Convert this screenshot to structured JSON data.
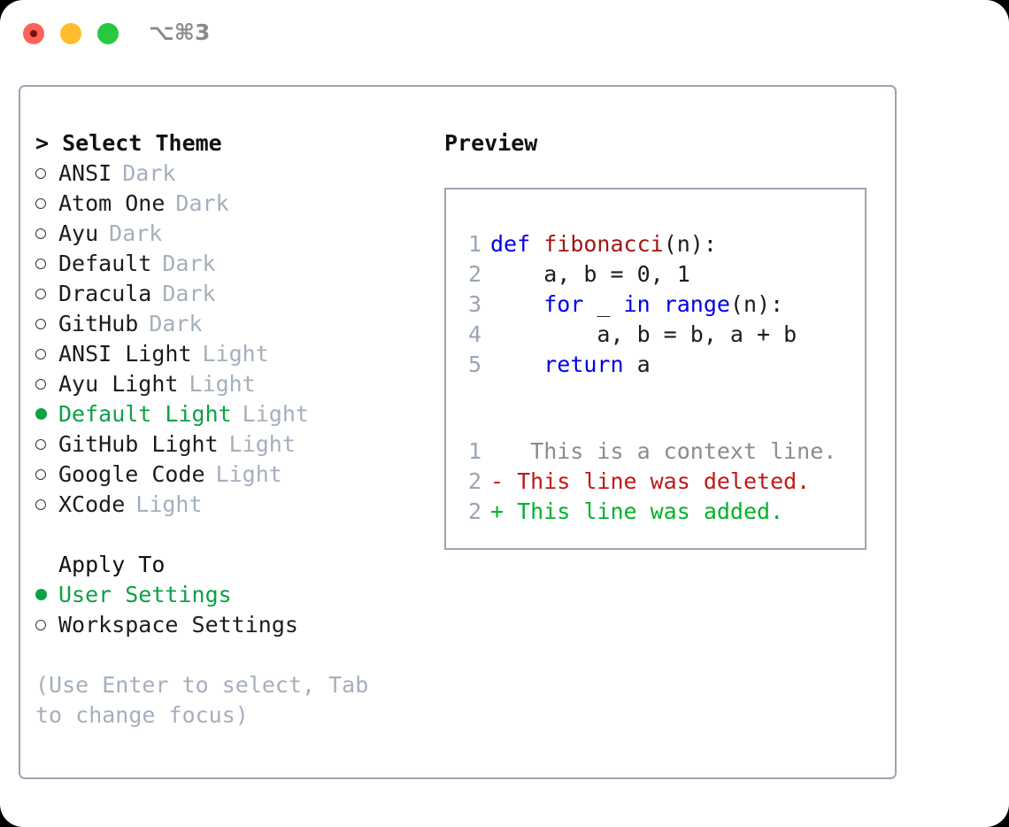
{
  "titlebar": {
    "shortcut": "⌥⌘3",
    "buttons": [
      {
        "name": "close",
        "color": "#ff6159"
      },
      {
        "name": "minimize",
        "color": "#ffbd2e"
      },
      {
        "name": "maximize",
        "color": "#28c840"
      }
    ]
  },
  "colors": {
    "accent_green": "#0ca144",
    "muted": "#a5afbd",
    "border": "#9aa5b4",
    "keyword_blue": "#0000e6",
    "function_red": "#a31515",
    "diff_add": "#00b32a",
    "diff_del": "#c01818"
  },
  "theme_section": {
    "header": "> Select Theme",
    "items": [
      {
        "label": "ANSI",
        "tag": "Dark",
        "selected": false
      },
      {
        "label": "Atom One",
        "tag": "Dark",
        "selected": false
      },
      {
        "label": "Ayu",
        "tag": "Dark",
        "selected": false
      },
      {
        "label": "Default",
        "tag": "Dark",
        "selected": false
      },
      {
        "label": "Dracula",
        "tag": "Dark",
        "selected": false
      },
      {
        "label": "GitHub",
        "tag": "Dark",
        "selected": false
      },
      {
        "label": "ANSI Light",
        "tag": "Light",
        "selected": false
      },
      {
        "label": "Ayu Light",
        "tag": "Light",
        "selected": false
      },
      {
        "label": "Default Light",
        "tag": "Light",
        "selected": true
      },
      {
        "label": "GitHub Light",
        "tag": "Light",
        "selected": false
      },
      {
        "label": "Google Code",
        "tag": "Light",
        "selected": false
      },
      {
        "label": "XCode",
        "tag": "Light",
        "selected": false
      }
    ]
  },
  "apply_section": {
    "header": "Apply To",
    "items": [
      {
        "label": "User Settings",
        "selected": true
      },
      {
        "label": "Workspace Settings",
        "selected": false
      }
    ]
  },
  "hint": "(Use Enter to select, Tab to change focus)",
  "preview": {
    "title": "Preview",
    "code_lines": [
      {
        "no": "1",
        "tokens": [
          {
            "t": "def ",
            "c": "kw"
          },
          {
            "t": "fibonacci",
            "c": "fn"
          },
          {
            "t": "(n):",
            "c": "plain"
          }
        ]
      },
      {
        "no": "2",
        "tokens": [
          {
            "t": "    a, b = 0, 1",
            "c": "plain"
          }
        ]
      },
      {
        "no": "3",
        "tokens": [
          {
            "t": "    ",
            "c": "plain"
          },
          {
            "t": "for",
            "c": "kw"
          },
          {
            "t": " _ ",
            "c": "plain"
          },
          {
            "t": "in",
            "c": "kw"
          },
          {
            "t": " ",
            "c": "plain"
          },
          {
            "t": "range",
            "c": "bi"
          },
          {
            "t": "(n):",
            "c": "plain"
          }
        ]
      },
      {
        "no": "4",
        "tokens": [
          {
            "t": "        a, b = b, a + b",
            "c": "plain"
          }
        ]
      },
      {
        "no": "5",
        "tokens": [
          {
            "t": "    ",
            "c": "plain"
          },
          {
            "t": "return",
            "c": "kw"
          },
          {
            "t": " a",
            "c": "plain"
          }
        ]
      }
    ],
    "diff_lines": [
      {
        "no": "1",
        "marker": " ",
        "text": "  This is a context line.",
        "kind": "ctx"
      },
      {
        "no": "2",
        "marker": "-",
        "text": " This line was deleted.",
        "kind": "del"
      },
      {
        "no": "2",
        "marker": "+",
        "text": " This line was added.",
        "kind": "add"
      }
    ]
  }
}
